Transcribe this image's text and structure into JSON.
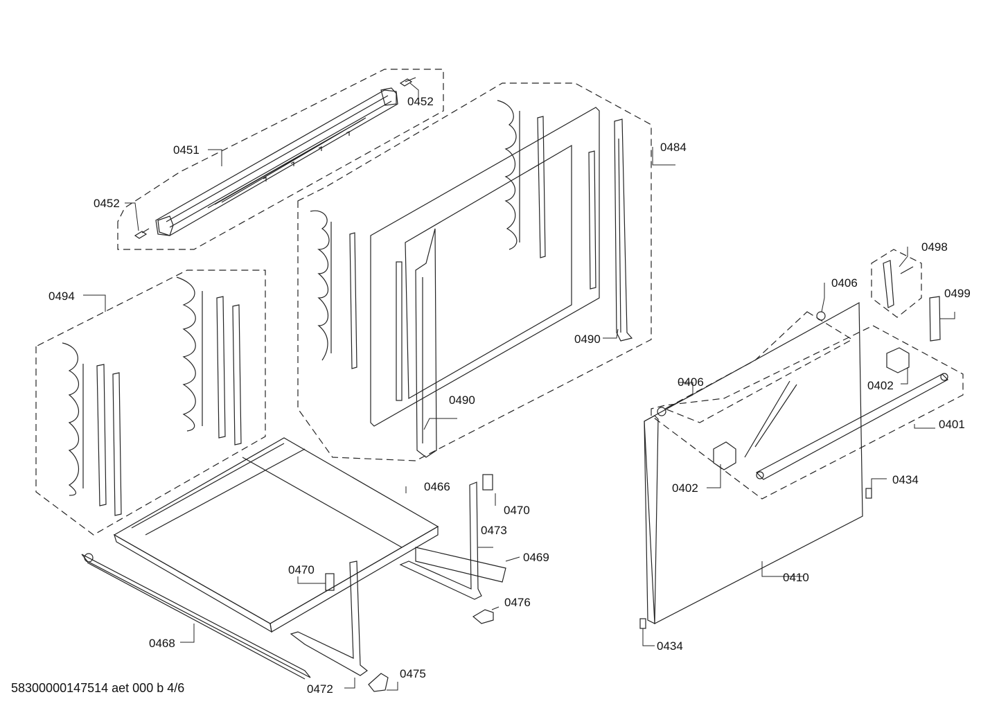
{
  "labels": {
    "p0452_top": "0452",
    "p0451": "0451",
    "p0452_left": "0452",
    "p0484": "0484",
    "p0494": "0494",
    "p0490_right": "0490",
    "p0490_mid": "0490",
    "p0498": "0498",
    "p0406_top": "0406",
    "p0499": "0499",
    "p0402_right": "0402",
    "p0406_left": "0406",
    "p0401": "0401",
    "p0402_left": "0402",
    "p0434_right": "0434",
    "p0466": "0466",
    "p0470_right": "0470",
    "p0473": "0473",
    "p0469": "0469",
    "p0470_left": "0470",
    "p0476": "0476",
    "p0410": "0410",
    "p0468": "0468",
    "p0434_bottom": "0434",
    "p0475": "0475",
    "p0472": "0472"
  },
  "footer": "58300000147514 aet 000 b 4/6"
}
